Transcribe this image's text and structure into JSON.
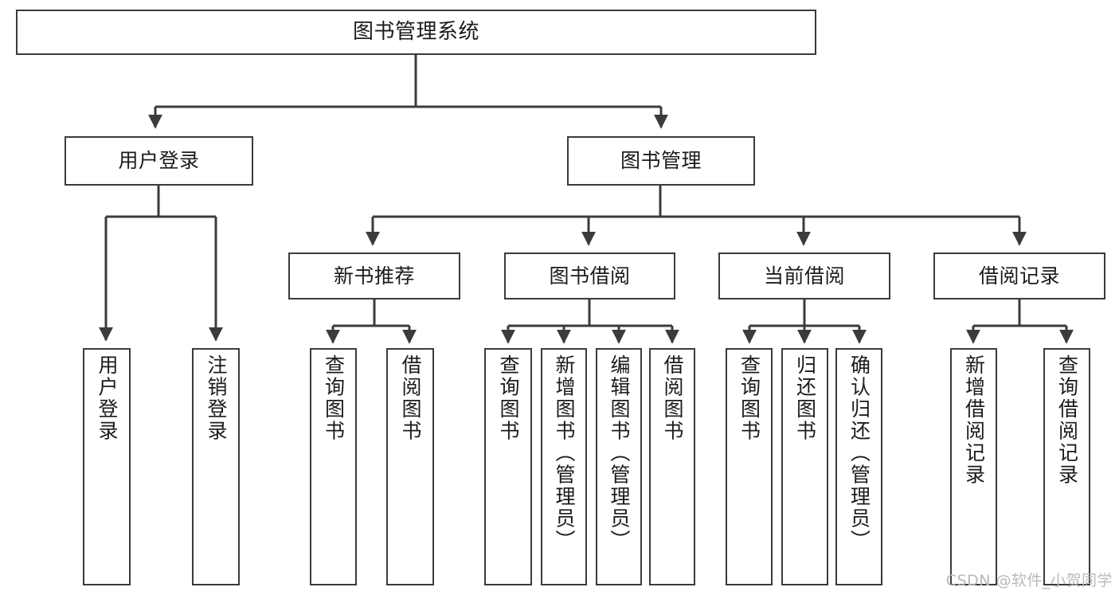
{
  "diagram": {
    "title": "图书管理系统",
    "type": "tree-hierarchy-diagram",
    "orientation": "top-down",
    "root": {
      "label": "图书管理系统"
    },
    "level2": [
      {
        "label": "用户登录"
      },
      {
        "label": "图书管理"
      }
    ],
    "level3": [
      {
        "label": "新书推荐"
      },
      {
        "label": "图书借阅"
      },
      {
        "label": "当前借阅"
      },
      {
        "label": "借阅记录"
      }
    ],
    "leaves": {
      "user_login": [
        {
          "label": "用户登录"
        },
        {
          "label": "注销登录"
        }
      ],
      "new_book_recommend": [
        {
          "label": "查询图书"
        },
        {
          "label": "借阅图书"
        }
      ],
      "book_borrow": [
        {
          "label": "查询图书"
        },
        {
          "label": "新增图书（管理员）"
        },
        {
          "label": "编辑图书（管理员）"
        },
        {
          "label": "借阅图书"
        }
      ],
      "current_borrow": [
        {
          "label": "查询图书"
        },
        {
          "label": "归还图书"
        },
        {
          "label": "确认归还（管理员）"
        }
      ],
      "borrow_record": [
        {
          "label": "新增借阅记录"
        },
        {
          "label": "查询借阅记录"
        }
      ]
    }
  },
  "watermark": {
    "text": "CSDN @软件_小贺同学"
  },
  "colors": {
    "stroke": "#3b3b3b",
    "text": "#1b1b1b",
    "background": "#ffffff",
    "watermark": "#b9b9b9"
  }
}
